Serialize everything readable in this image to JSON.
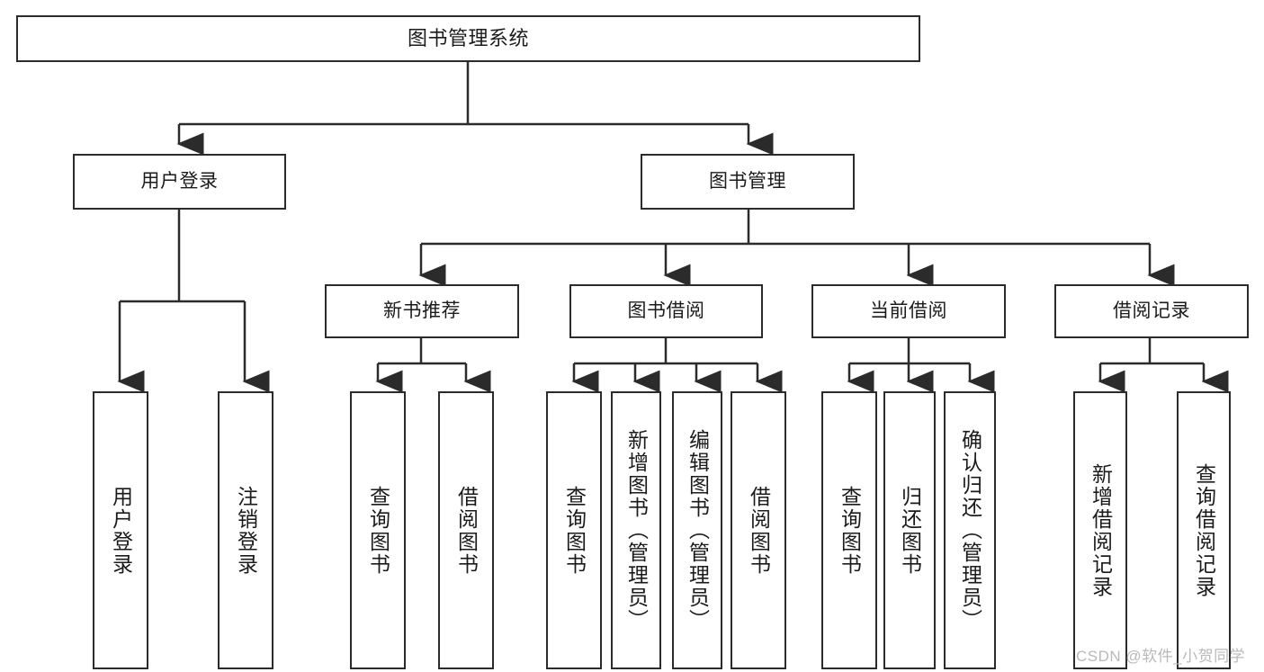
{
  "diagram": {
    "title": "图书管理系统",
    "type": "hierarchy-tree",
    "root": {
      "label": "图书管理系统"
    },
    "level2": [
      {
        "label": "用户登录"
      },
      {
        "label": "图书管理"
      }
    ],
    "level3": [
      {
        "label": "新书推荐"
      },
      {
        "label": "图书借阅"
      },
      {
        "label": "当前借阅"
      },
      {
        "label": "借阅记录"
      }
    ],
    "leaves": {
      "user_login": [
        {
          "label": "用户登录"
        },
        {
          "label": "注销登录"
        }
      ],
      "new_book_recommend": [
        {
          "label": "查询图书"
        },
        {
          "label": "借阅图书"
        }
      ],
      "book_borrow": [
        {
          "label": "查询图书"
        },
        {
          "label": "新增图书（管理员）"
        },
        {
          "label": "编辑图书（管理员）"
        },
        {
          "label": "借阅图书"
        }
      ],
      "current_borrow": [
        {
          "label": "查询图书"
        },
        {
          "label": "归还图书"
        },
        {
          "label": "确认归还（管理员）"
        }
      ],
      "borrow_record": [
        {
          "label": "新增借阅记录"
        },
        {
          "label": "查询借阅记录"
        }
      ]
    }
  },
  "watermark": {
    "text": "CSDN @软件_小贺同学"
  },
  "colors": {
    "stroke": "#2b2b2b",
    "fill": "#ffffff",
    "text": "#1b1b1b",
    "watermark": "#b9b9b9"
  }
}
